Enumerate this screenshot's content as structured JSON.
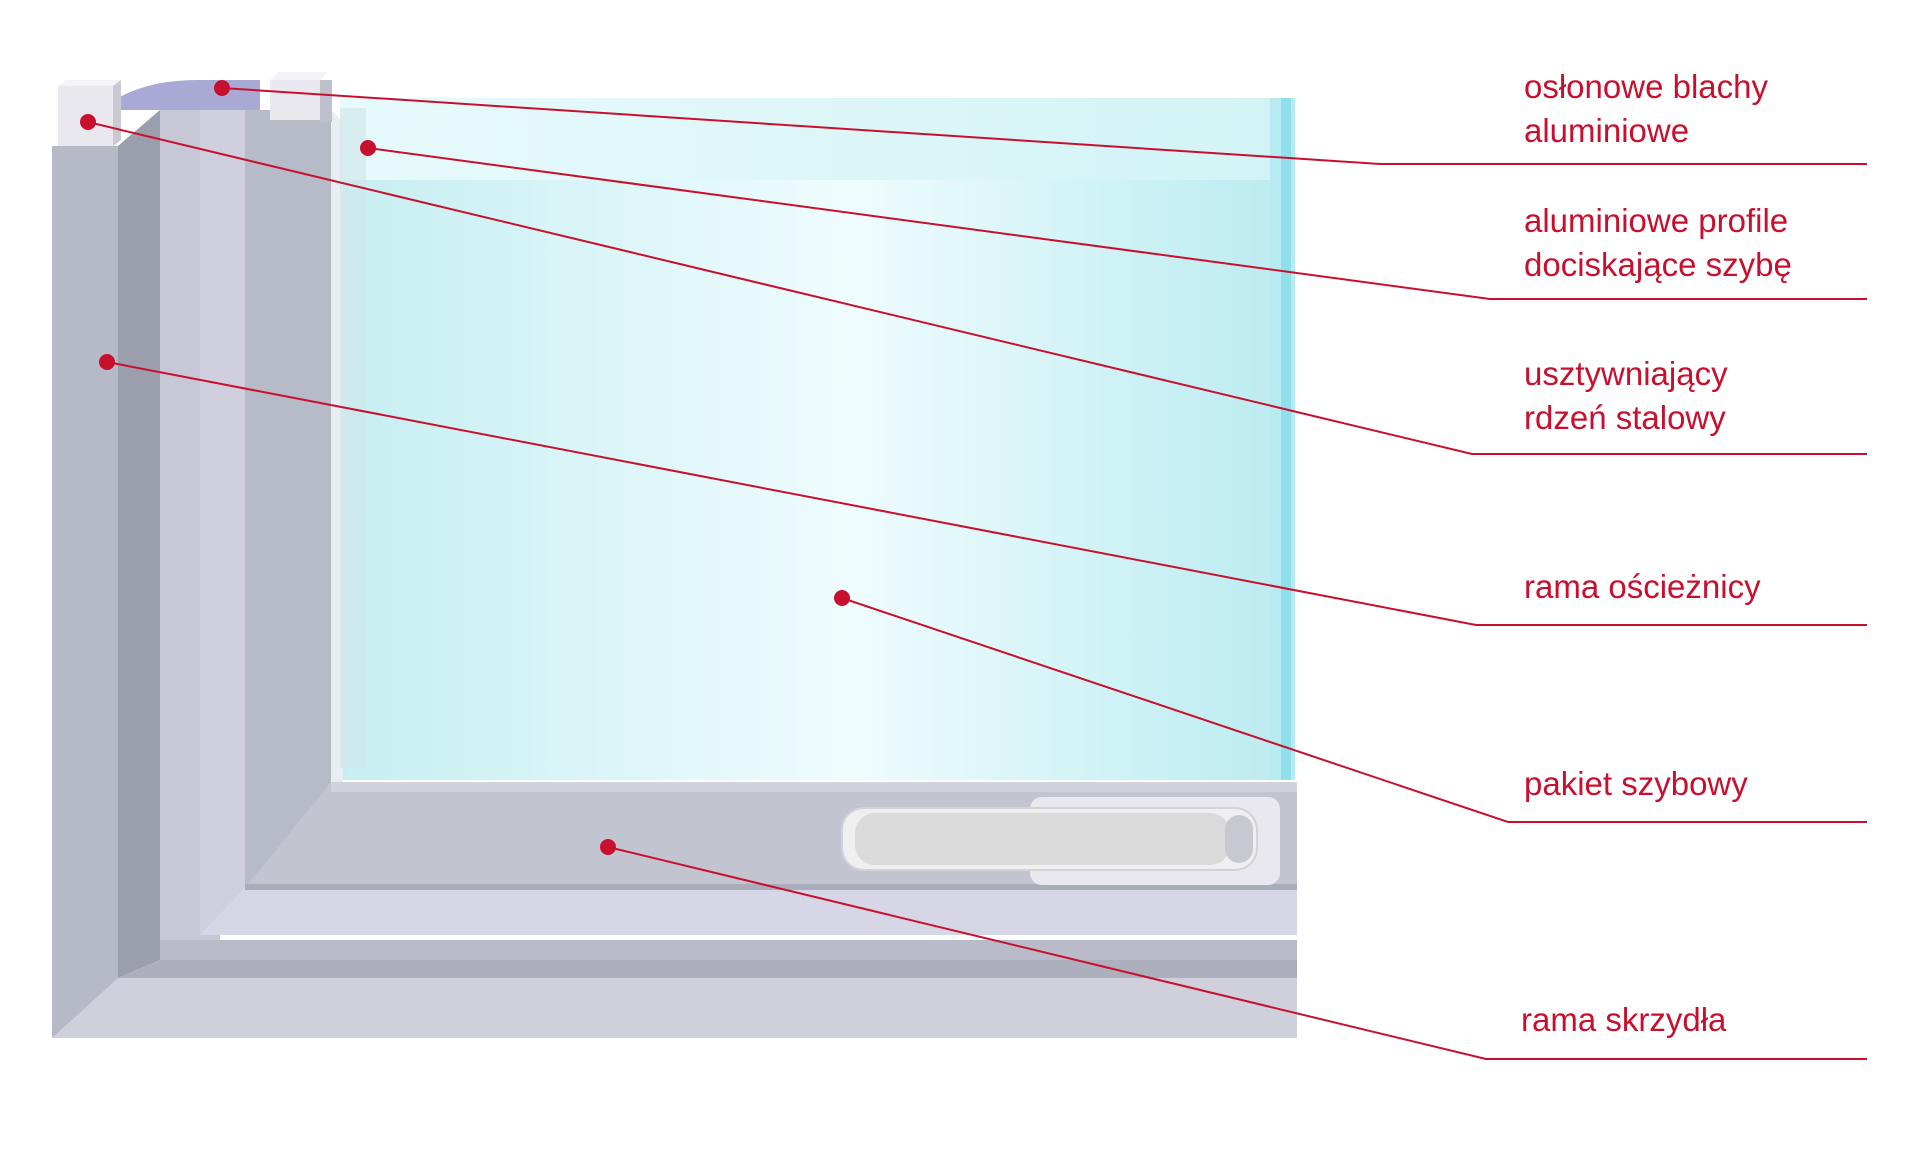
{
  "labels": [
    {
      "id": "cover-sheets",
      "lines": [
        "osłonowe blachy",
        "aluminiowe"
      ]
    },
    {
      "id": "pressing-profiles",
      "lines": [
        "aluminiowe profile",
        "dociskające szybę"
      ]
    },
    {
      "id": "steel-core",
      "lines": [
        "usztywniający",
        "rdzeń stalowy"
      ]
    },
    {
      "id": "frame",
      "lines": [
        "rama ościeżnicy"
      ]
    },
    {
      "id": "glazing-unit",
      "lines": [
        "pakiet szybowy"
      ]
    },
    {
      "id": "sash-frame",
      "lines": [
        "rama skrzydła"
      ]
    }
  ],
  "colors": {
    "leader": "#c8102e",
    "frame": "#b9bcc8",
    "glass": "#d8f6f9"
  }
}
